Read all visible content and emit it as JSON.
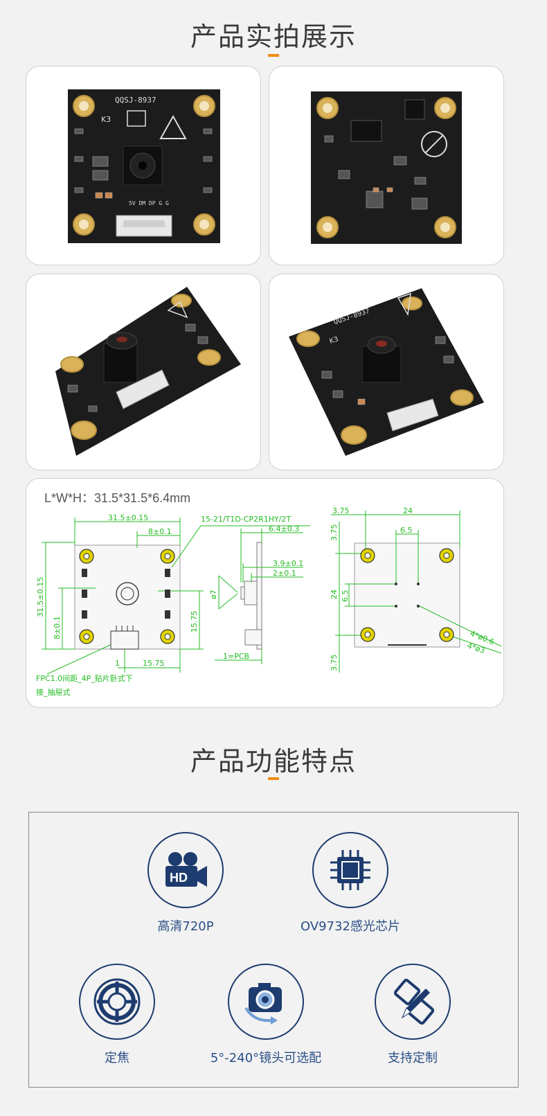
{
  "sections": {
    "photos_title": "产品实拍展示",
    "features_title": "产品功能特点"
  },
  "dimensions": {
    "lwh": "L*W*H：31.5*31.5*6.4mm",
    "labels": {
      "width_total": "31.5±0.15",
      "offset_8": "8±0.1",
      "height_total": "31.5±0.15",
      "vert_8": "8±0.1",
      "led_part": "15-21/T1D-CP2R1HY/2T",
      "vert_1575": "15.75",
      "horiz_1575": "15.75",
      "one": "1",
      "fpc_line1": "FPC1.0间距_4P_贴片卧式下",
      "fpc_line2": "接_抽屉式",
      "thick_64": "6.4±0.3",
      "thick_39": "3.9±0.1",
      "thick_2": "2±0.1",
      "phi7": "ø7",
      "pcb": "1=PCB",
      "r_375_top": "3.75",
      "r_24_top": "24",
      "r_65_top": "6.5",
      "r_375_left": "3.75",
      "r_65_left": "6.5",
      "r_24_left": "24",
      "r_375_bottom": "3.75",
      "r_hole_06": "4*ø0.6",
      "r_hole_3": "4*ø3"
    }
  },
  "photos": {
    "board_id": "QQSJ-8937",
    "board_mark": "K3",
    "pins": "5V DM DP G G"
  },
  "features": [
    {
      "icon": "hd-camera-icon",
      "label": "高清720P"
    },
    {
      "icon": "chip-icon",
      "label": "OV9732感光芯片"
    },
    {
      "icon": "lens-focus-icon",
      "label": "定焦"
    },
    {
      "icon": "rotate-camera-icon",
      "label": "5°-240°镜头可选配"
    },
    {
      "icon": "custom-design-icon",
      "label": "支持定制"
    }
  ],
  "colors": {
    "accent": "#f08a12",
    "icon_navy": "#1d3b6e",
    "label_blue": "#2b4f86",
    "drawing_green": "#22bb22",
    "pcb_black": "#1c1c1c",
    "pad_gold": "#d9b25a"
  }
}
